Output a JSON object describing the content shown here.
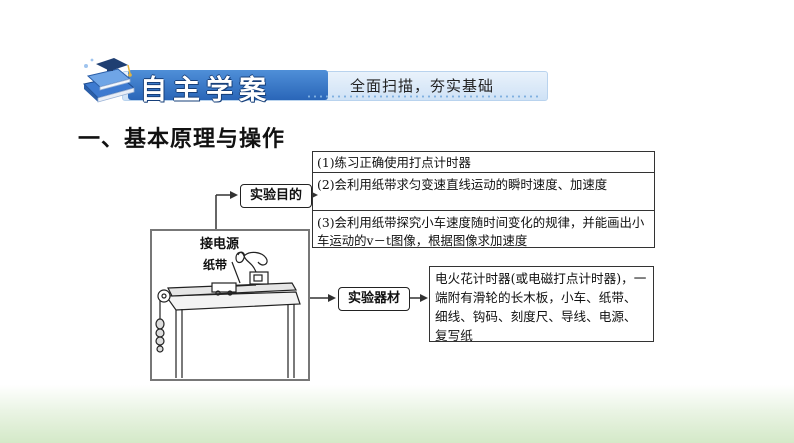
{
  "banner": {
    "title": "自主学案",
    "subtitle": "全面扫描，夯实基础",
    "accent_color": "#2a66b8"
  },
  "section": {
    "heading": "一、基本原理与操作"
  },
  "purpose": {
    "tag": "实验目的",
    "items": [
      "(1)练习正确使用打点计时器",
      "(2)会利用纸带求匀变速直线运动的瞬时速度、加速度",
      "(3)会利用纸带探究小车速度随时间变化的规律，并能画出小车运动的v－t图像，根据图像求加速度"
    ]
  },
  "equipment": {
    "tag": "实验器材",
    "text": "电火花计时器(或电磁打点计时器)，一端附有滑轮的长木板，小车、纸带、细线、钩码、刻度尺、导线、电源、复写纸"
  },
  "apparatus": {
    "label_power": "接电源",
    "label_tape": "纸带"
  }
}
